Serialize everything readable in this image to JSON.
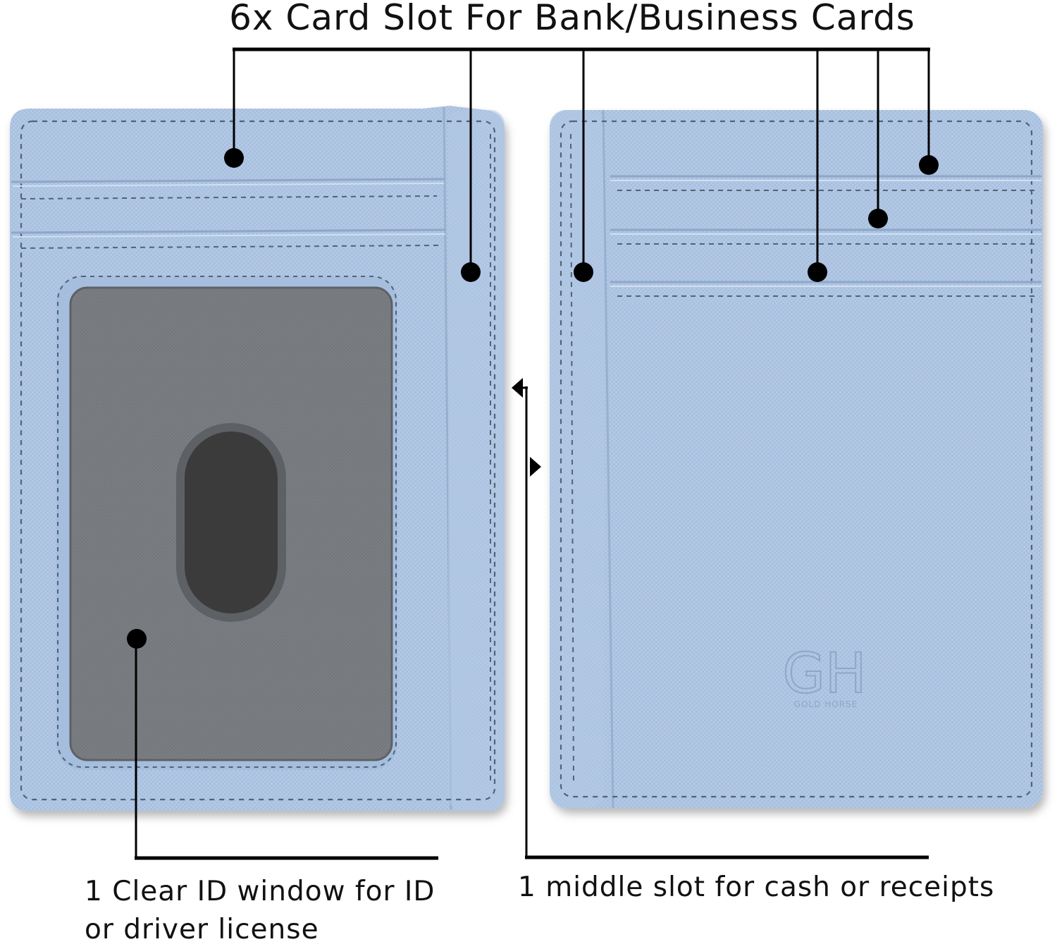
{
  "title": "6x Card Slot For Bank/Business Cards",
  "caption_left": "1 Clear ID window for ID or driver license",
  "caption_right": "1 middle slot for cash or receipts",
  "logo": {
    "monogram": "GH",
    "brand": "GOLD HORSE"
  },
  "colors": {
    "leather": "#a9c1e0",
    "leather_light": "#b7cde9",
    "stitch": "#4f6478",
    "window": "#76797d",
    "thumb_hole": "#3b3b3b",
    "line": "#000000"
  }
}
